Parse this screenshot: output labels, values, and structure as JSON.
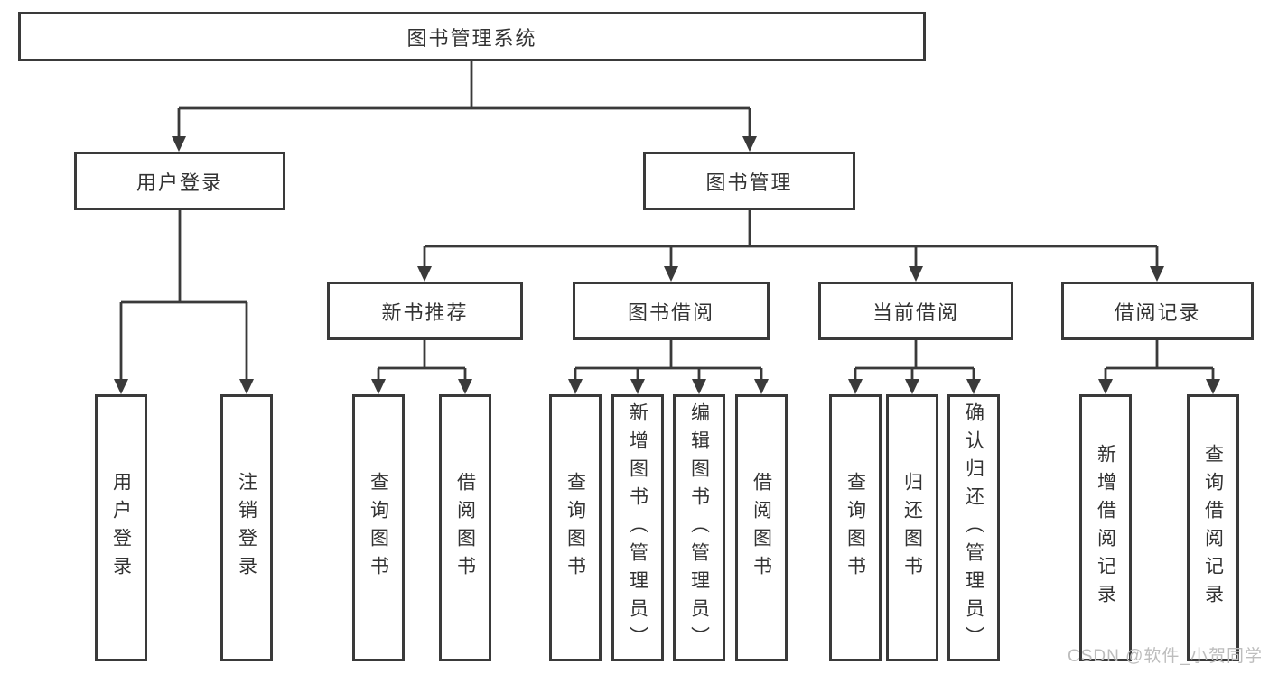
{
  "diagram": {
    "root": {
      "label": "图书管理系统"
    },
    "branches": [
      {
        "label": "用户登录",
        "children": [
          {
            "label": "用户登录"
          },
          {
            "label": "注销登录"
          }
        ]
      },
      {
        "label": "图书管理",
        "children": [
          {
            "label": "新书推荐",
            "children": [
              {
                "label": "查询图书"
              },
              {
                "label": "借阅图书"
              }
            ]
          },
          {
            "label": "图书借阅",
            "children": [
              {
                "label": "查询图书"
              },
              {
                "label": "新增图书（管理员）"
              },
              {
                "label": "编辑图书（管理员）"
              },
              {
                "label": "借阅图书"
              }
            ]
          },
          {
            "label": "当前借阅",
            "children": [
              {
                "label": "查询图书"
              },
              {
                "label": "归还图书"
              },
              {
                "label": "确认归还（管理员）"
              }
            ]
          },
          {
            "label": "借阅记录",
            "children": [
              {
                "label": "新增借阅记录"
              },
              {
                "label": "查询借阅记录"
              }
            ]
          }
        ]
      }
    ]
  },
  "watermark": {
    "text": "CSDN @软件_小贺同学"
  },
  "colors": {
    "line": "#3a3a3a",
    "border": "#3a3a3a",
    "text": "#333333",
    "watermark": "#bdbdbd",
    "background": "#ffffff"
  }
}
